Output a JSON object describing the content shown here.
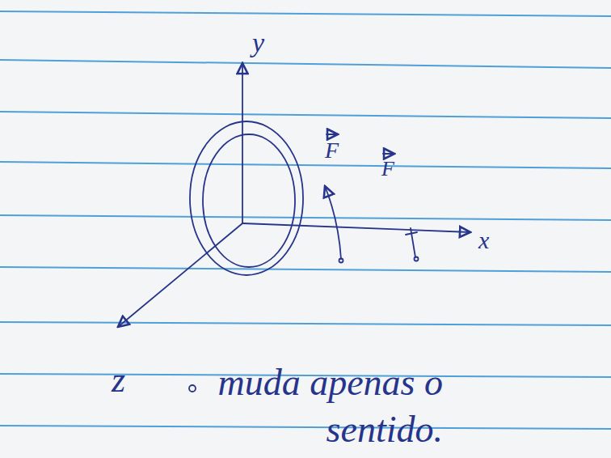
{
  "diagram": {
    "labels": [
      "y",
      "x",
      "z",
      "F",
      "F",
      "muda apenas o sentido."
    ]
  }
}
